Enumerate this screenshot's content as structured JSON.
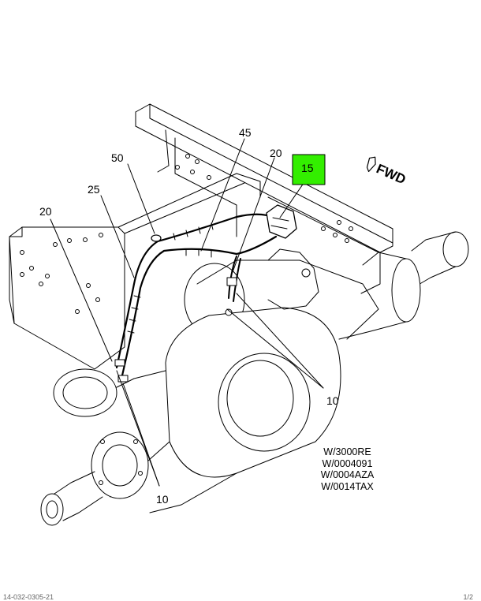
{
  "diagram": {
    "callouts": {
      "c45": "45",
      "c20_top": "20",
      "c50": "50",
      "c25": "25",
      "c20_left": "20",
      "c15": "15",
      "c10_right": "10",
      "c10_bottom": "10"
    },
    "highlight_color": "#33ee00",
    "fwd_label": "FWD",
    "notes": [
      "W/3000RE",
      "W/0004091",
      "W/0004AZA",
      "W/0014TAX"
    ],
    "footer_left": "14-032-0305-21",
    "footer_right": "1/2"
  }
}
